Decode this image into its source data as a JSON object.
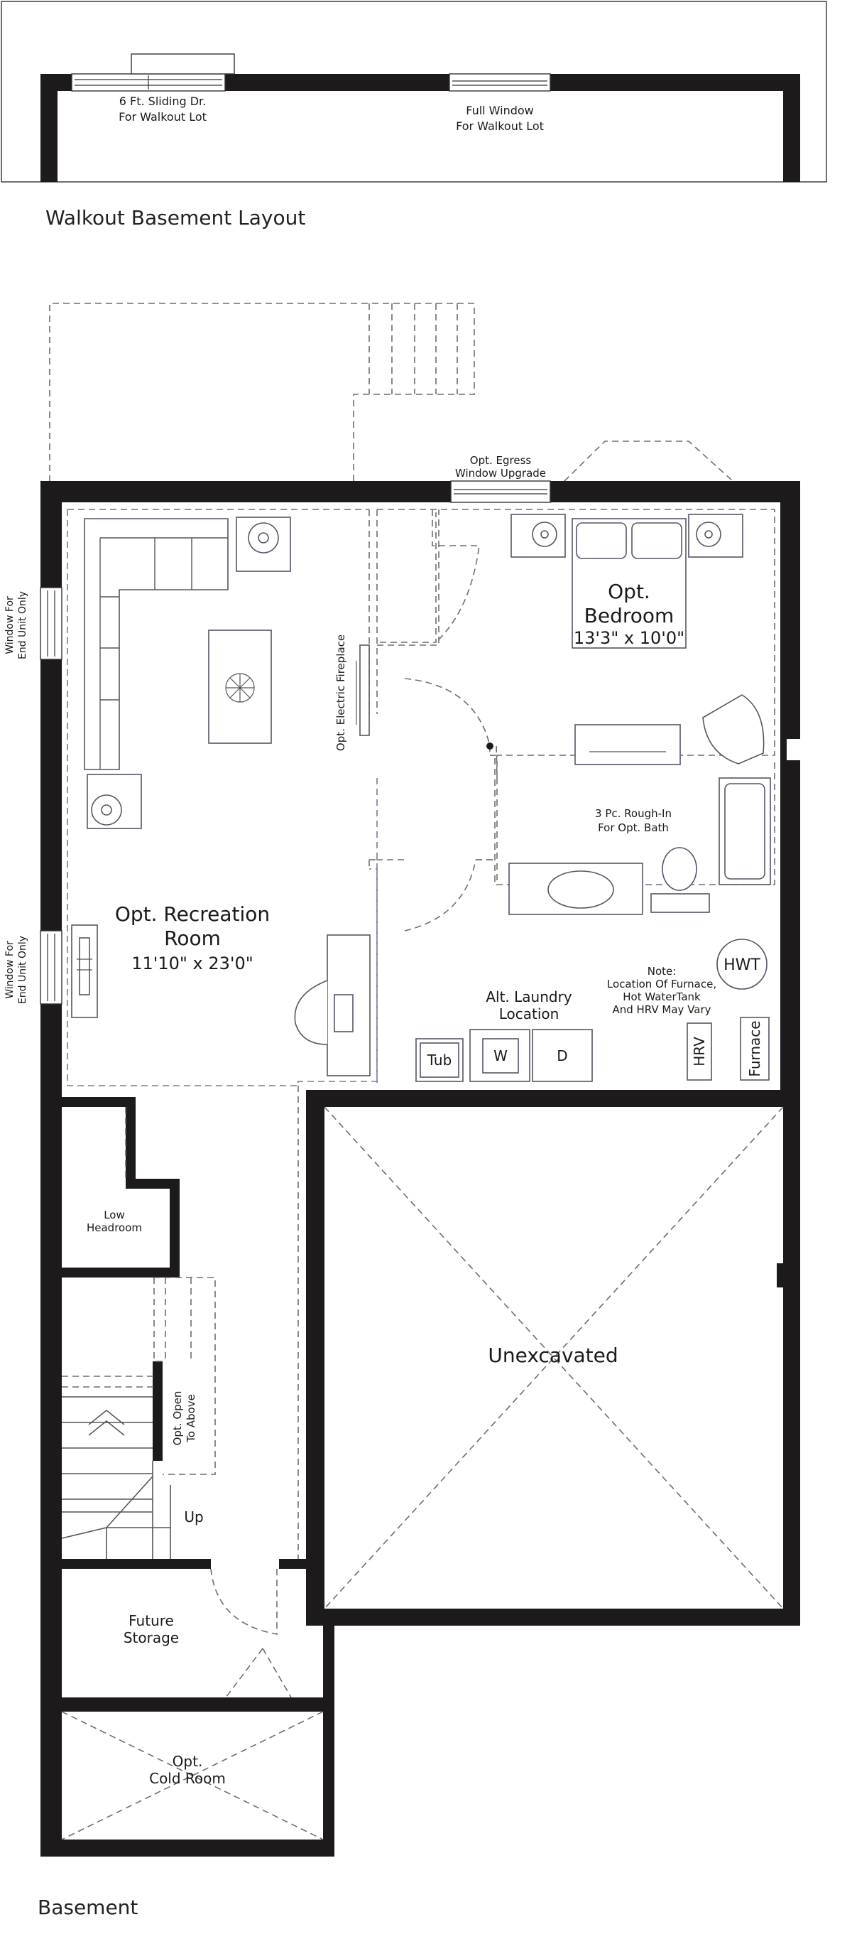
{
  "colors": {
    "wall": "#1c1a1a",
    "line": "#555555",
    "dashed": "#6e6e6e",
    "background": "#ffffff"
  },
  "walkout": {
    "caption": "Walkout Basement Layout",
    "sliding_door": {
      "line1": "6 Ft. Sliding Dr.",
      "line2": "For Walkout Lot"
    },
    "full_window": {
      "line1": "Full Window",
      "line2": "For Walkout Lot"
    }
  },
  "notes": {
    "egress": {
      "line1": "Opt. Egress",
      "line2": "Window Upgrade"
    },
    "end_unit_window": {
      "line1": "Window For",
      "line2": "End Unit Only"
    },
    "fireplace": "Opt. Electric Fireplace",
    "rough_in": {
      "line1": "3 Pc. Rough-In",
      "line2": "For Opt. Bath"
    },
    "mechanical": {
      "line1": "Note:",
      "line2": "Location Of Furnace,",
      "line3": "Hot WaterTank",
      "line4": "And HRV May Vary"
    }
  },
  "rooms": {
    "bedroom": {
      "line1": "Opt.",
      "line2": "Bedroom",
      "size": "13'3\" x 10'0\""
    },
    "recreation": {
      "line1": "Opt. Recreation",
      "line2": "Room",
      "size": "11'10\" x 23'0\""
    },
    "laundry": {
      "line1": "Alt. Laundry",
      "line2": "Location"
    },
    "unexcavated": "Unexcavated",
    "low_headroom": {
      "line1": "Low",
      "line2": "Headroom"
    },
    "open_above": {
      "line1": "Opt. Open",
      "line2": "To Above"
    },
    "storage": {
      "line1": "Future",
      "line2": "Storage"
    },
    "cold_room": {
      "line1": "Opt.",
      "line2": "Cold Room"
    }
  },
  "fixtures": {
    "hwt": "HWT",
    "hrv": "HRV",
    "furnace": "Furnace",
    "tub": "Tub",
    "washer": "W",
    "dryer": "D",
    "stairs_up": "Up"
  },
  "footer": {
    "caption": "Basement"
  }
}
